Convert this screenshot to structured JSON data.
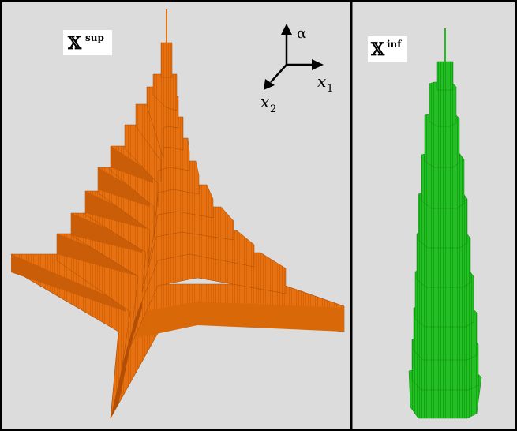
{
  "panels": [
    {
      "id": "sup",
      "label": "𝕏",
      "label_sup": "sup",
      "shape_color": "#e8710f",
      "shape_shadow": "#b8520a",
      "background": "#dcdcdc"
    },
    {
      "id": "inf",
      "label": "𝕏",
      "label_sup": "inf",
      "shape_color": "#1fbf1f",
      "shape_shadow": "#139013",
      "background": "#dcdcdc"
    }
  ],
  "axes": {
    "vertical": "α",
    "horizontal": "x",
    "horizontal_sub": "1",
    "depth": "x",
    "depth_sub": "2"
  }
}
